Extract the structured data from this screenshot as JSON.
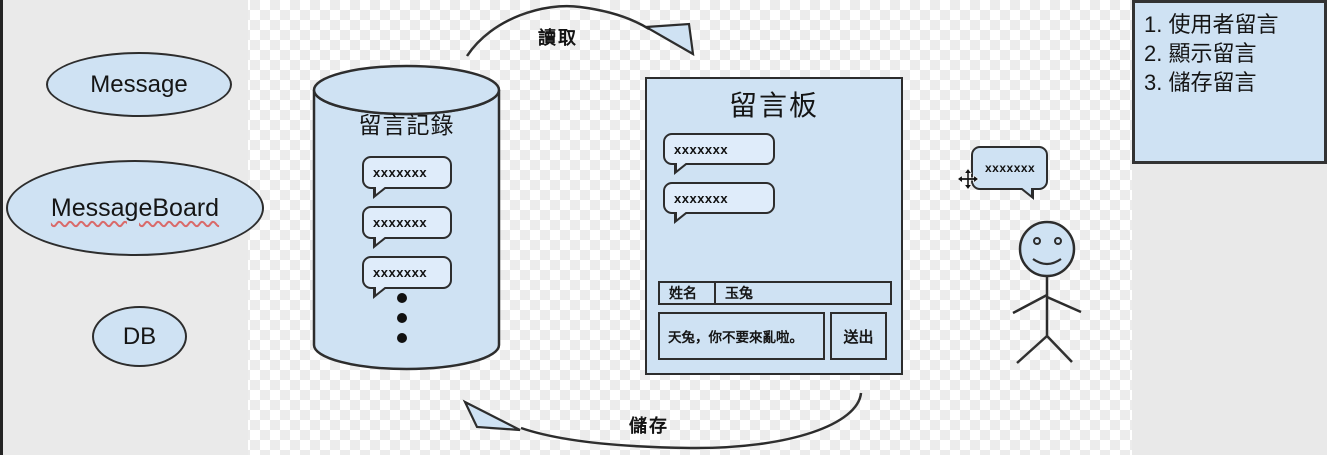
{
  "palette": {
    "shape_fill": "#cfe2f3",
    "bubble_fill": "#dfecfa",
    "stroke": "#2d2d2d",
    "panel_gray": "#eaeaea",
    "checker_gray": "#ececec",
    "text": "#151515",
    "spellcheck_underline": "#d96a6a"
  },
  "left_panel": {
    "items": [
      {
        "label": "Message"
      },
      {
        "label": "MessageBoard"
      },
      {
        "label": "DB"
      }
    ]
  },
  "cylinder": {
    "title": "留言記錄",
    "bubbles": [
      "xxxxxxx",
      "xxxxxxx",
      "xxxxxxx"
    ],
    "ellipsis_dot_count": 3
  },
  "board": {
    "title": "留言板",
    "bubbles": [
      "xxxxxxx",
      "xxxxxxx"
    ],
    "name_label": "姓名",
    "name_value": "玉兔",
    "message_value": "天兔，你不要來亂啦。",
    "submit_label": "送出"
  },
  "arrows": {
    "read_label": "讀取",
    "save_label": "儲存"
  },
  "user": {
    "bubble": "xxxxxxx",
    "cursor_icon": "move-cursor"
  },
  "process_list": {
    "items": [
      "1. 使用者留言",
      "2. 顯示留言",
      "3. 儲存留言"
    ]
  }
}
